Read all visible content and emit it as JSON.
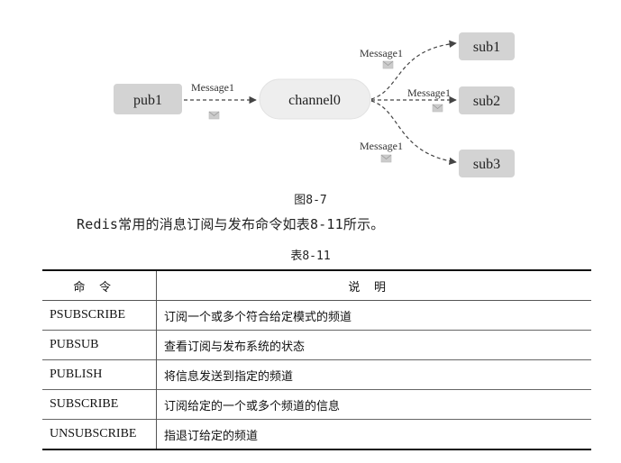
{
  "diagram": {
    "publisher": "pub1",
    "channel": "channel0",
    "subscribers": [
      "sub1",
      "sub2",
      "sub3"
    ],
    "message_label": "Message1",
    "colors": {
      "box": "#d3d3d3",
      "channel": "#eeeeee",
      "arrow": "#444444",
      "envelope": "#cccccc"
    },
    "icon": "envelope-icon"
  },
  "figure_caption": "图8-7",
  "body_text": "Redis常用的消息订阅与发布命令如表8-11所示。",
  "table_caption": "表8-11",
  "table": {
    "headers": [
      "命令",
      "说明"
    ],
    "rows": [
      [
        "PSUBSCRIBE",
        "订阅一个或多个符合给定模式的频道"
      ],
      [
        "PUBSUB",
        "查看订阅与发布系统的状态"
      ],
      [
        "PUBLISH",
        "将信息发送到指定的频道"
      ],
      [
        "SUBSCRIBE",
        "订阅给定的一个或多个频道的信息"
      ],
      [
        "UNSUBSCRIBE",
        "指退订给定的频道"
      ]
    ]
  }
}
